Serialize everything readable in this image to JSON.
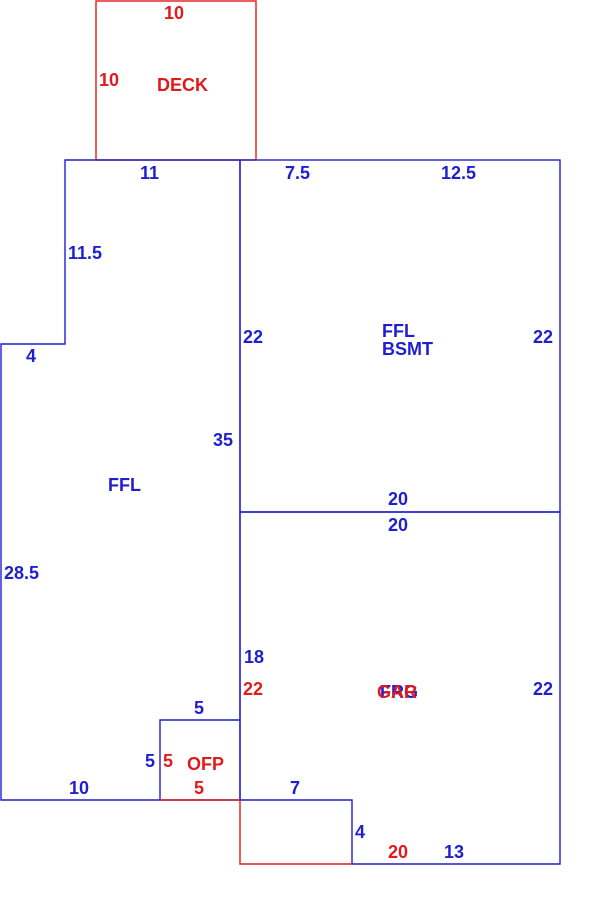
{
  "colors": {
    "blue": "#1f1fd0",
    "red": "#e01b1b",
    "background": "#ffffff"
  },
  "areas": {
    "deck": "DECK",
    "ffl_main": "FFL",
    "ffl_bsmt_line1": "FFL",
    "ffl_bsmt_line2": "BSMT",
    "fr_overlap": "FRG",
    "gar_overlap": "GAR",
    "ofp": "OFP"
  },
  "dimensions": {
    "deck_top": "10",
    "deck_left": "10",
    "ffl_top": "11",
    "ffl_left_upper": "11.5",
    "ffl_step": "4",
    "ffl_left": "28.5",
    "ffl_right": "35",
    "ffl_bottom": "10",
    "bsmt_top_a": "7.5",
    "bsmt_top_b": "12.5",
    "bsmt_left": "22",
    "bsmt_right": "22",
    "bsmt_bottom": "20",
    "gar_top": "20",
    "gar_left_blue": "18",
    "gar_left_red": "22",
    "gar_right": "22",
    "notch_top": "5",
    "notch_left": "5",
    "ofp_left": "5",
    "ofp_bottom": "5",
    "lower_top": "7",
    "lower_step": "4",
    "gar_bottom_red": "20",
    "gar_bottom_blue": "13"
  }
}
